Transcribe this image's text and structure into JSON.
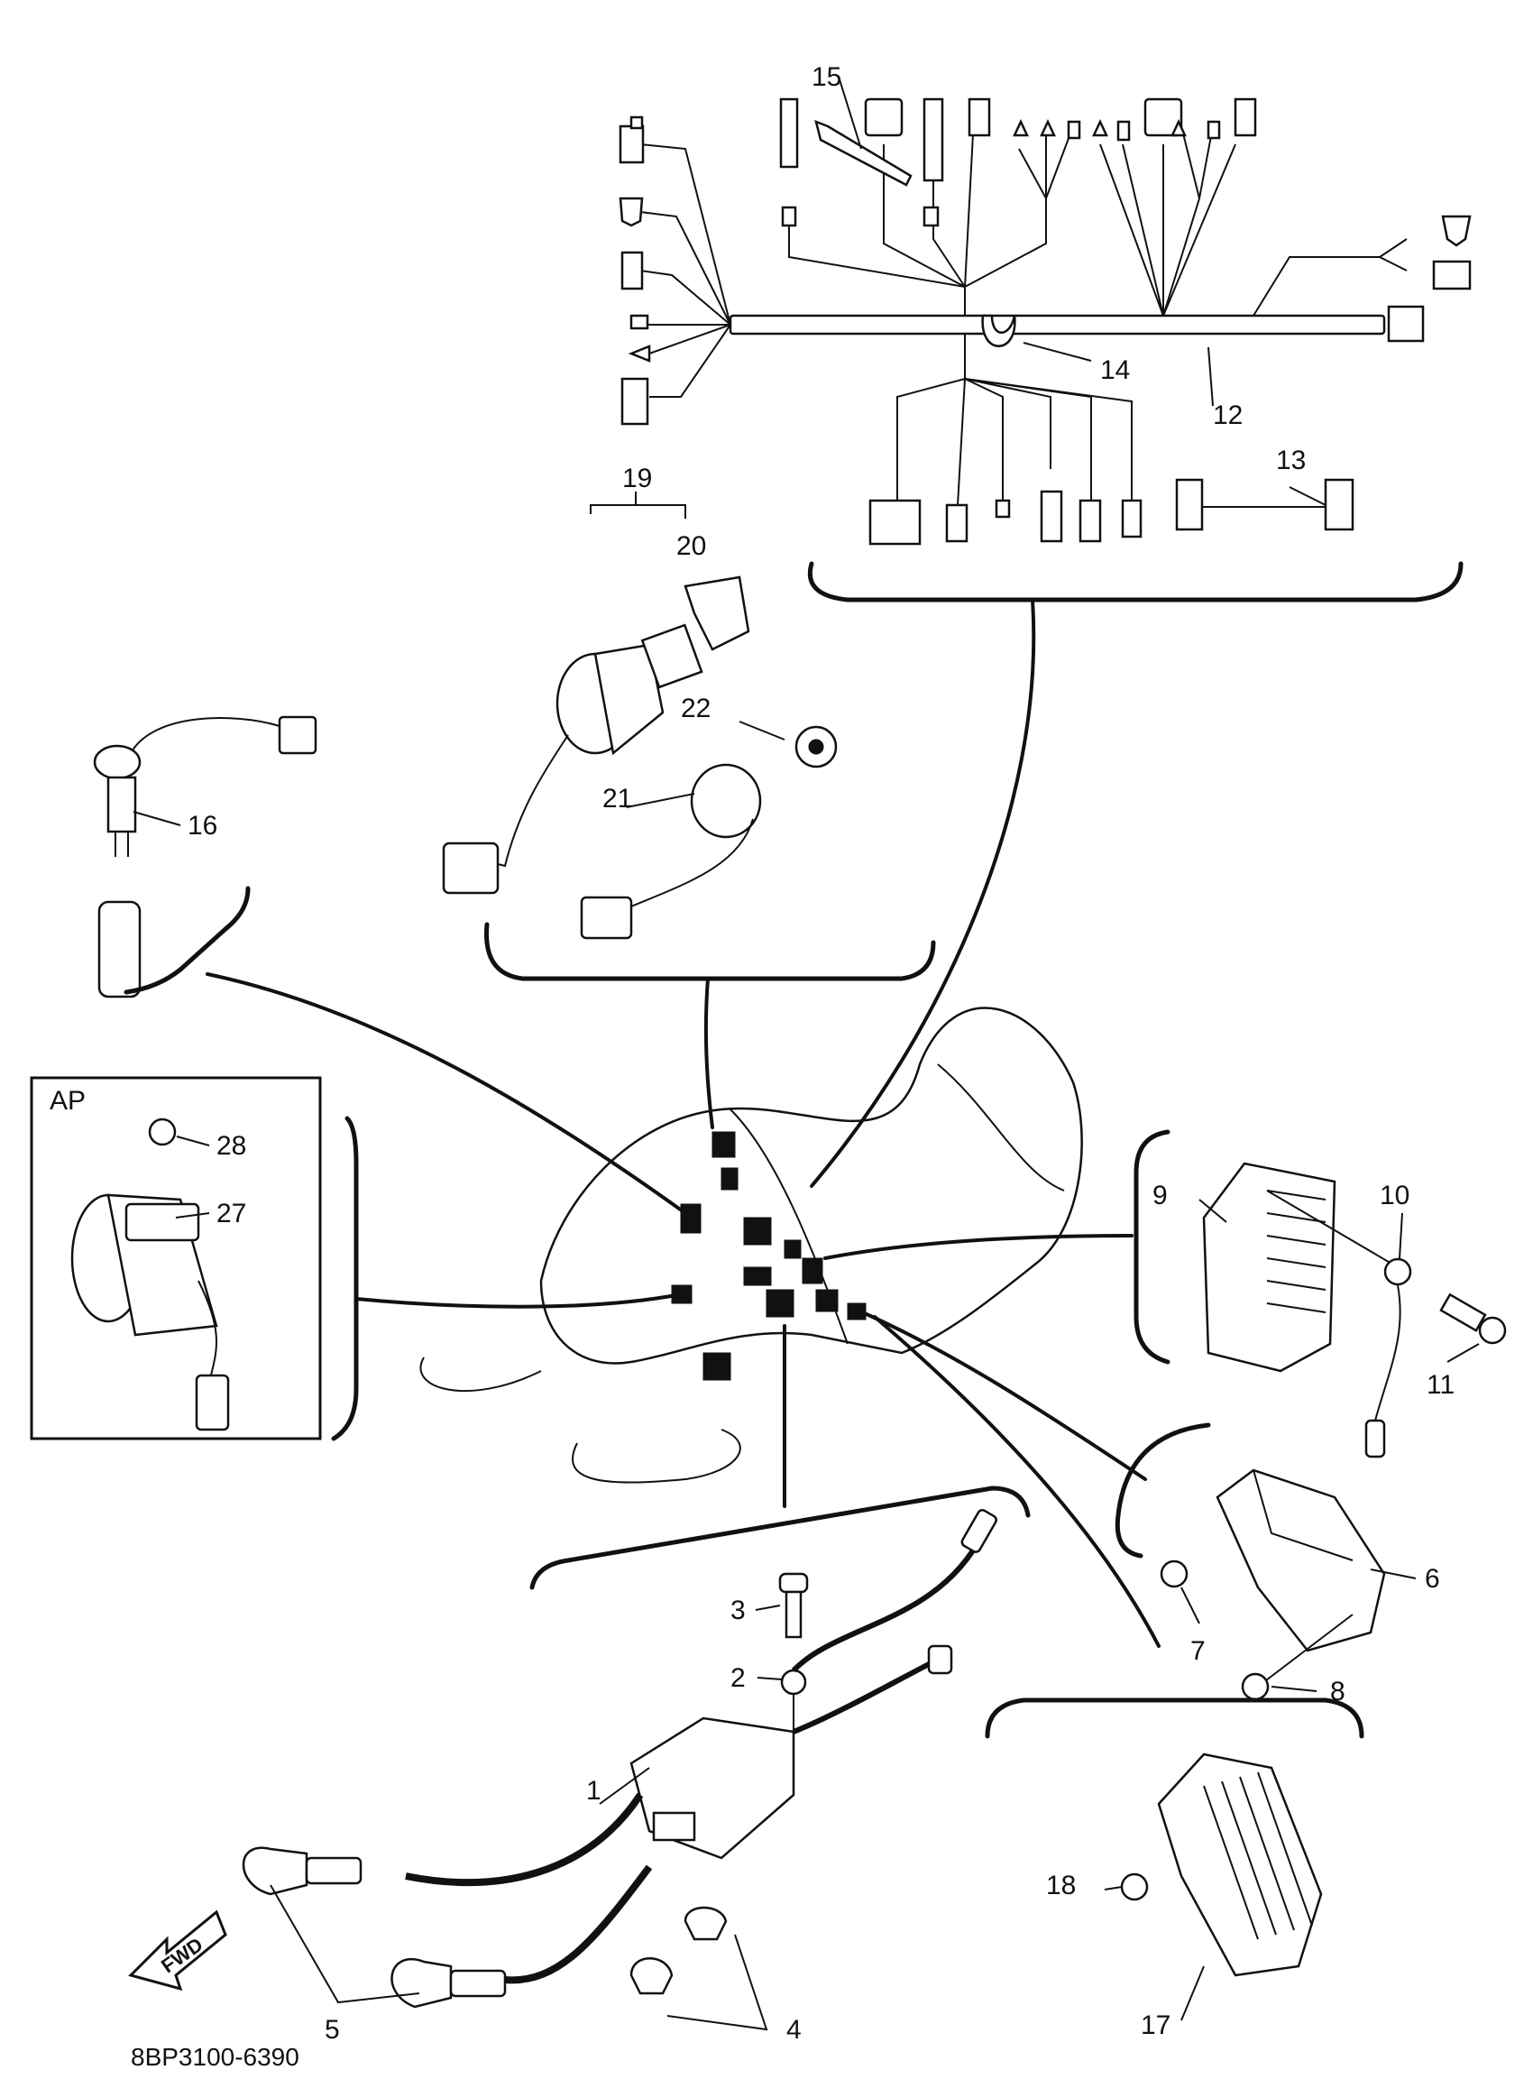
{
  "diagram": {
    "catalog_code": "8BP3100-6390",
    "ap_box_label": "AP",
    "fwd_label": "FWD",
    "callouts": [
      "1",
      "2",
      "3",
      "4",
      "5",
      "6",
      "7",
      "8",
      "9",
      "10",
      "11",
      "12",
      "13",
      "14",
      "15",
      "16",
      "17",
      "18",
      "19",
      "20",
      "21",
      "22",
      "27",
      "28"
    ]
  }
}
